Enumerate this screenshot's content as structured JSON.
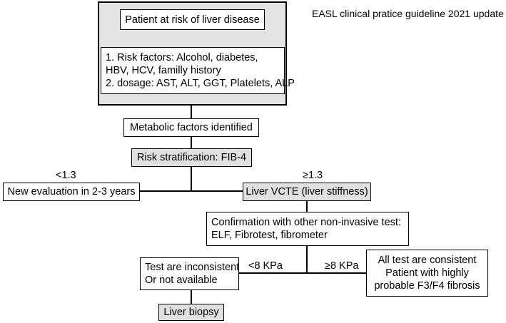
{
  "header": {
    "guideline": "EASL clinical pratice guideline 2021 update"
  },
  "nodes": {
    "patient": "Patient at risk of liver disease",
    "risk_factors": [
      "1. Risk factors: Alcohol, diabetes,",
      "HBV, HCV, familly history",
      "2. dosage: AST, ALT, GGT, Platelets, ALP"
    ],
    "metabolic": "Metabolic factors identified",
    "fib4": "Risk stratification: FIB-4",
    "new_eval": "New evaluation in  2-3 years",
    "vcte": "Liver VCTE (liver stiffness)",
    "confirmation": [
      "Confirmation with other non-invasive test:",
      "ELF, Fibrotest, fibrometer"
    ],
    "inconsistent": [
      "Test are inconsistent",
      "Or not available"
    ],
    "consistent": [
      "All test are consistent",
      "Patient with highly",
      "probable F3/F4 fibrosis"
    ],
    "biopsy": "Liver biopsy"
  },
  "edge_labels": {
    "low": "<1.3",
    "high": "≥1.3",
    "lt8": "<8 KPa",
    "ge8": "≥8 KPa"
  },
  "colors": {
    "gray_fill": "#e0e0e0",
    "outer_fill": "#e3e3e3",
    "line": "#000000"
  }
}
